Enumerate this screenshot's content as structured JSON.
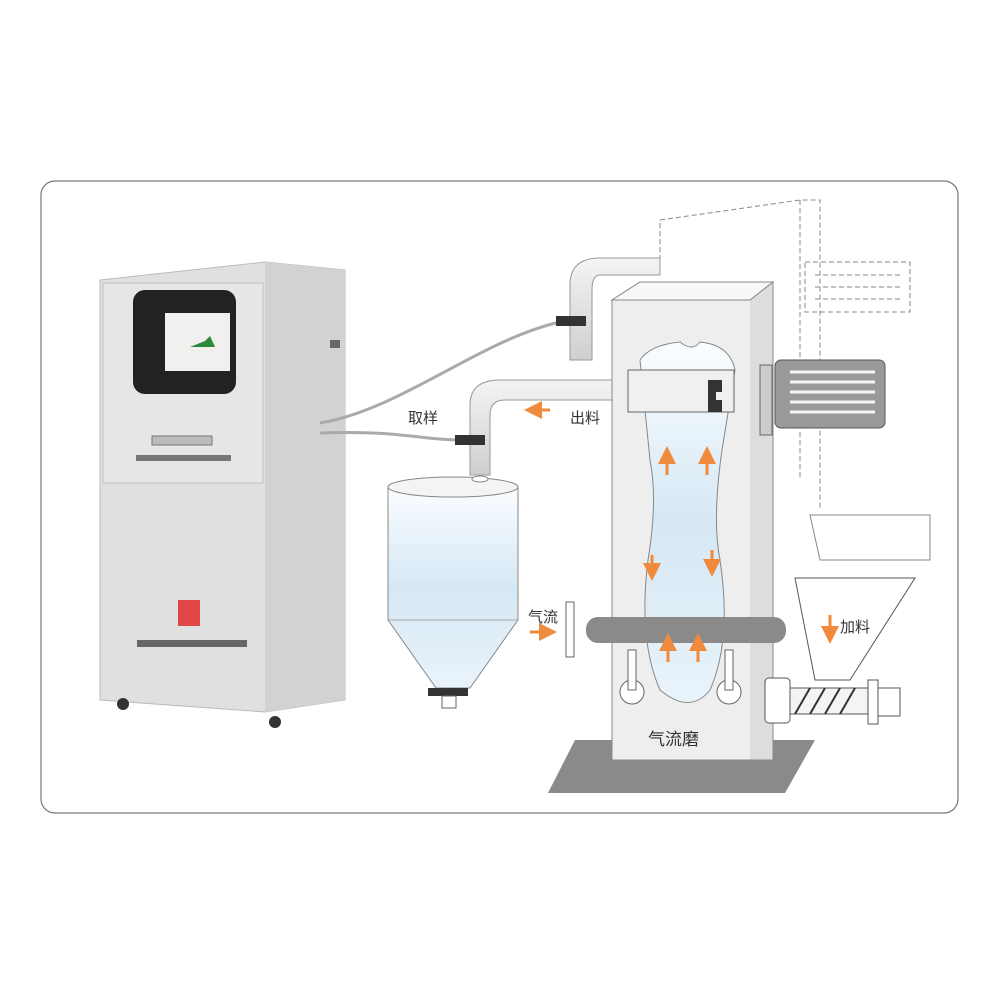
{
  "labels": {
    "sampling": "取样",
    "discharge": "出料",
    "airflow": "气流",
    "feeding": "加料",
    "jet_mill": "气流磨"
  },
  "colors": {
    "arrow": "#f08a3c",
    "cabinet": "#e3e3e3",
    "mill_body": "#eeeeee",
    "chamber": "#cfe3f1",
    "frame_border": "#555555"
  }
}
